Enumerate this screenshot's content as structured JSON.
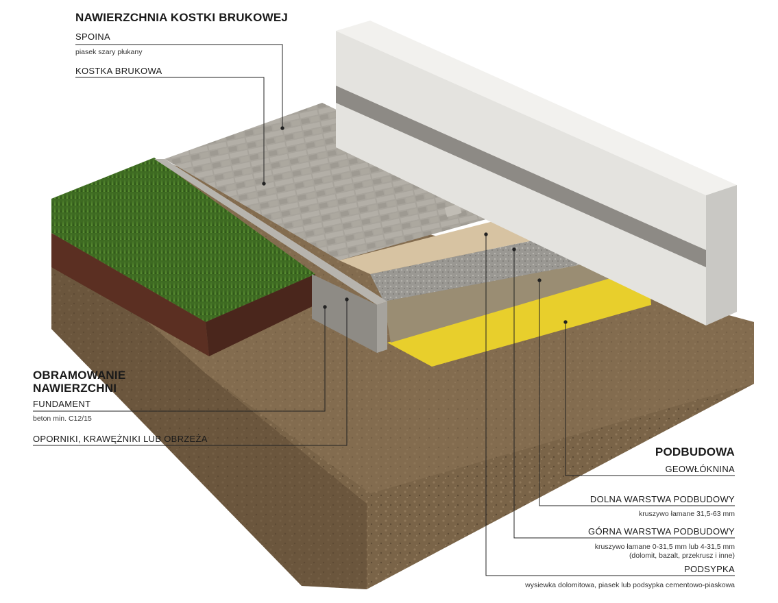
{
  "paving": {
    "heading": "NAWIERZCHNIA KOSTKI BRUKOWEJ",
    "joint_label": "SPOINA",
    "joint_sub": "piasek szary płukany",
    "paver_label": "KOSTKA BRUKOWA"
  },
  "edging": {
    "heading_line1": "OBRAMOWANIE",
    "heading_line2": "NAWIERZCHNI",
    "foundation_label": "FUNDAMENT",
    "foundation_sub": "beton min. C12/15",
    "curbs_label": "OPORNIKI, KRAWĘŻNIKI LUB OBRZEŻA"
  },
  "base": {
    "heading": "PODBUDOWA",
    "geotextile_label": "GEOWŁÓKNINA",
    "lower_label": "DOLNA WARSTWA PODBUDOWY",
    "lower_sub": "kruszywo łamane 31,5-63 mm",
    "upper_label": "GÓRNA WARSTWA PODBUDOWY",
    "upper_sub_line1": "kruszywo łamane 0-31,5 mm lub 4-31,5 mm",
    "upper_sub_line2": "(dolomit, bazalt, przekrusz i inne)",
    "bedding_label": "PODSYPKA",
    "bedding_sub": "wysiewka dolomitowa, piasek lub podsypka cementowo-piaskowa"
  }
}
